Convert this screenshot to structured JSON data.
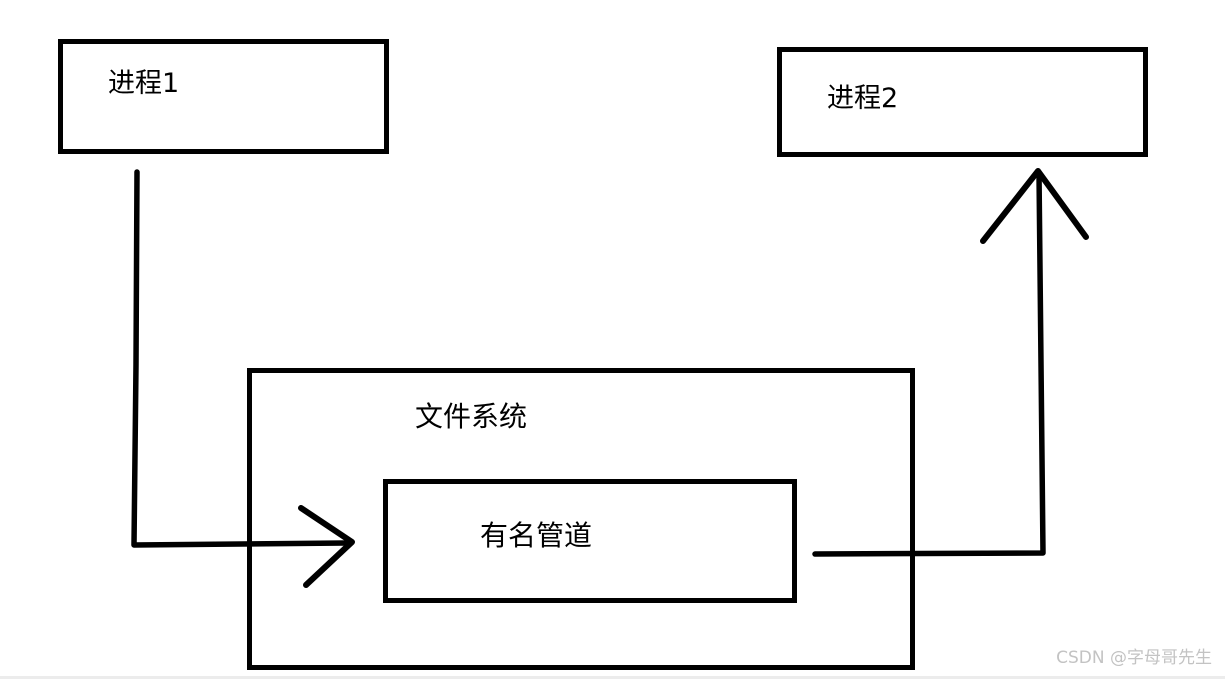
{
  "diagram": {
    "type": "flow-diagram",
    "topic": "named pipe (FIFO) inter-process communication",
    "nodes": {
      "process1": {
        "label": "进程1"
      },
      "process2": {
        "label": "进程2"
      },
      "filesystem": {
        "label": "文件系统"
      },
      "named_pipe": {
        "label": "有名管道"
      }
    },
    "edges": [
      {
        "from": "process1",
        "to": "named_pipe",
        "style": "hand-drawn elbow, down then right, open chevron arrowhead pointing right"
      },
      {
        "from": "named_pipe",
        "to": "process2",
        "style": "hand-drawn elbow, right then up, open chevron arrowhead pointing up"
      }
    ],
    "colors": {
      "background": "#ffffff",
      "stroke": "#000000",
      "watermark": "#c3c3c3"
    }
  },
  "watermark": {
    "text": "CSDN @字母哥先生"
  }
}
